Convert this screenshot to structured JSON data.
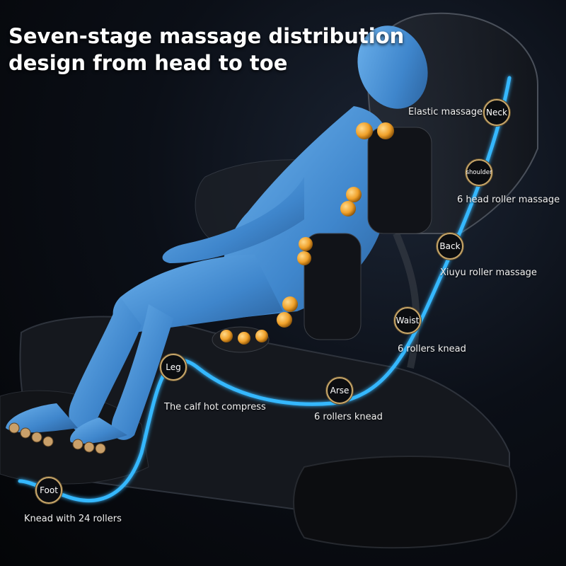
{
  "headline": {
    "line1": "Seven-stage massage distribution",
    "line2": "design from head to toe"
  },
  "colors": {
    "glow": "#36b8ff",
    "body": "#4b93d6",
    "roller": "#f0a12a",
    "badge_ring": "#c7a66a"
  },
  "zones": [
    {
      "badge": "Neck",
      "caption": "Elastic massage"
    },
    {
      "badge": "shoulder",
      "caption": "6 head roller massage"
    },
    {
      "badge": "Back",
      "caption": "Xiuyu roller massage"
    },
    {
      "badge": "Waist",
      "caption": "6 rollers knead"
    },
    {
      "badge": "Arse",
      "caption": "6 rollers knead"
    },
    {
      "badge": "Leg",
      "caption": "The calf hot compress"
    },
    {
      "badge": "Foot",
      "caption": "Knead with 24 rollers"
    }
  ]
}
